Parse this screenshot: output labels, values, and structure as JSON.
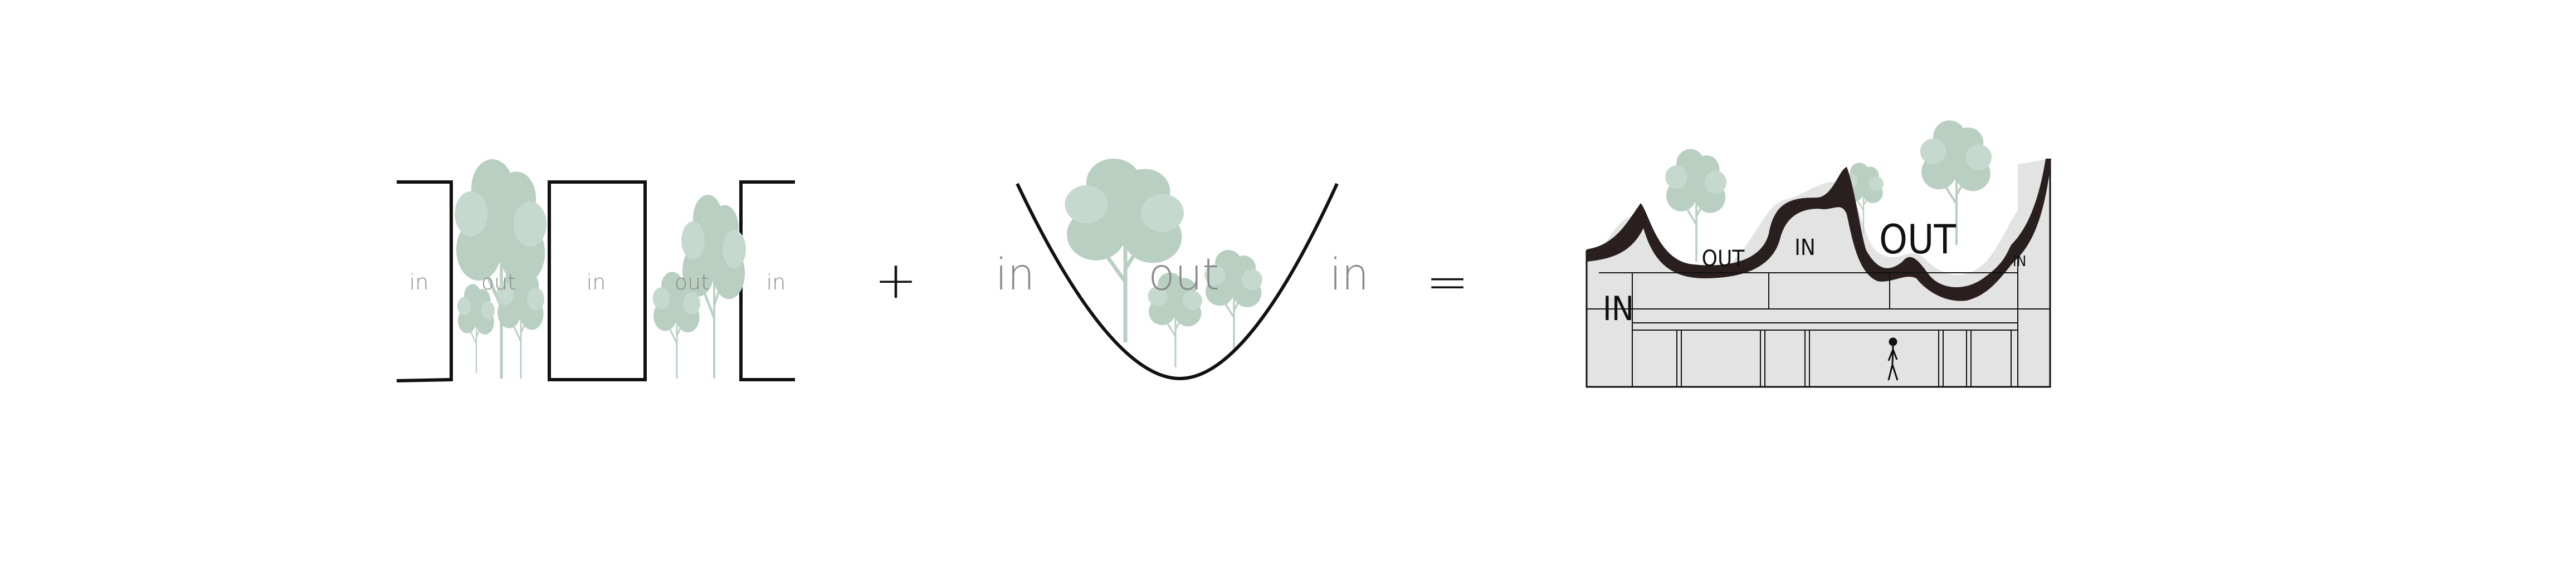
{
  "panel1": {
    "labels": [
      "in",
      "out",
      "in",
      "out",
      "in"
    ]
  },
  "operators": {
    "plus": "+",
    "equals": "="
  },
  "panel2": {
    "labels": [
      "in",
      "out",
      "in"
    ]
  },
  "panel3": {
    "labels": [
      "IN",
      "OUT",
      "IN",
      "OUT",
      "IN"
    ]
  },
  "colors": {
    "tree": "#b9cfc2",
    "line": "#111111",
    "roof": "#2a1f1f",
    "interior": "#e3e3e3",
    "label_thin": "#8a8a8a"
  }
}
